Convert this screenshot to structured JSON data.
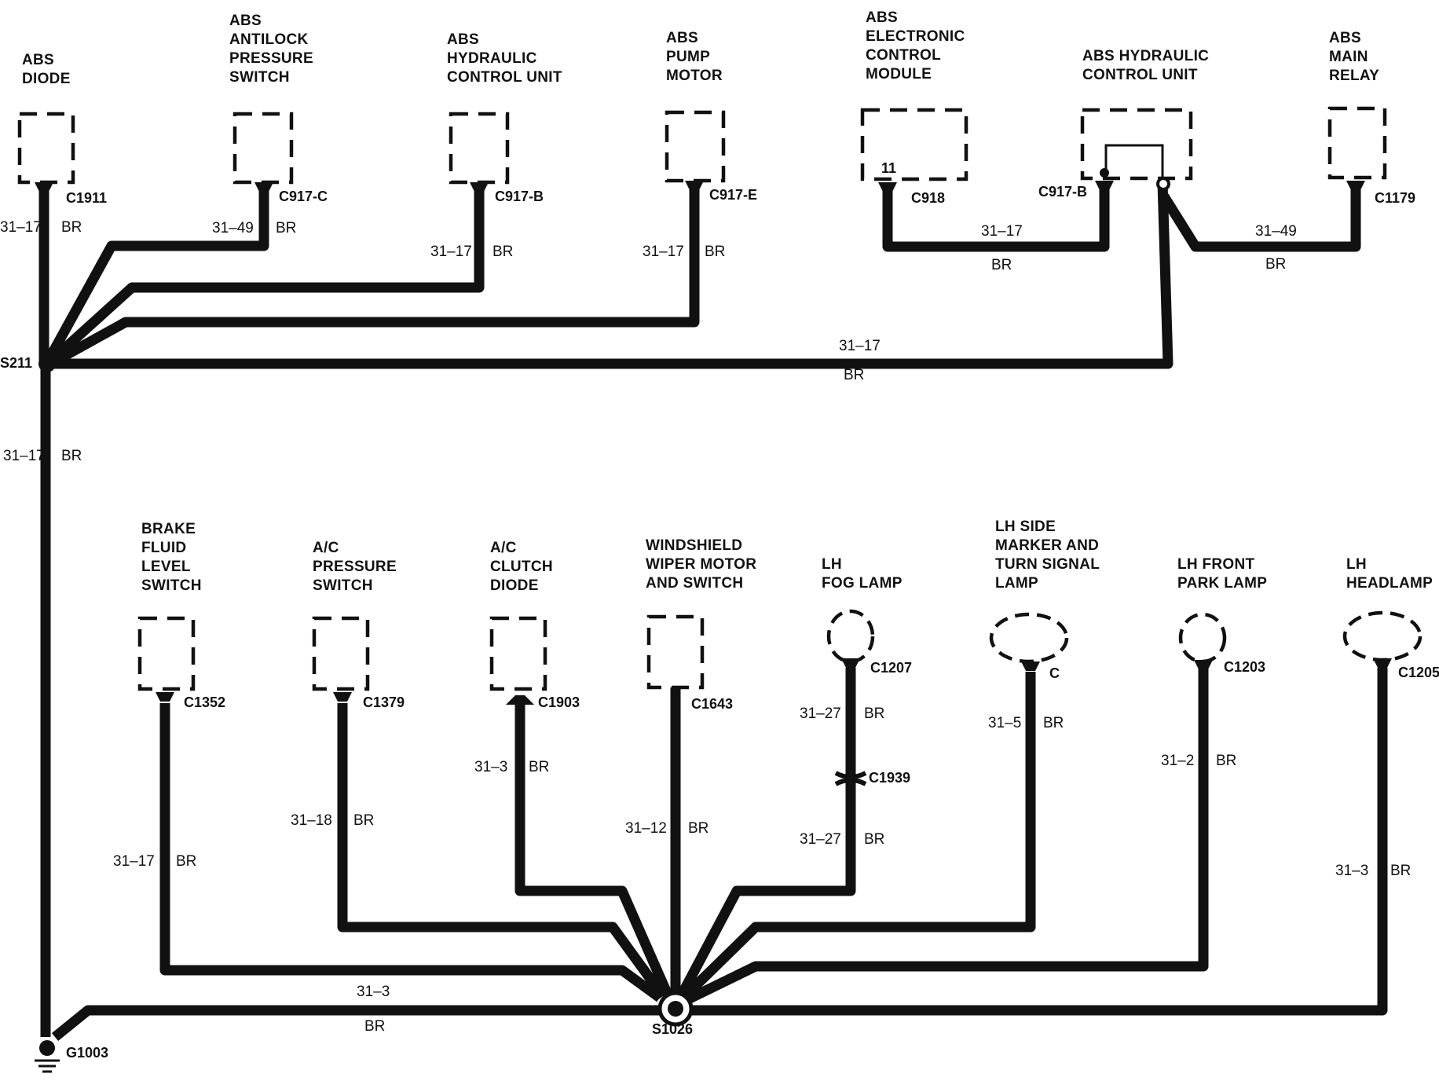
{
  "colors": {
    "wire": "#111111",
    "background": "#ffffff"
  },
  "top_components": [
    {
      "id": "abs-diode",
      "label": [
        "ABS",
        "DIODE"
      ],
      "connector": "C1911",
      "circuit": "31–17",
      "color": "BR"
    },
    {
      "id": "abs-antilock-pressure-switch",
      "label": [
        "ABS",
        "ANTILOCK",
        "PRESSURE",
        "SWITCH"
      ],
      "connector": "C917-C",
      "circuit": "31–49",
      "color": "BR"
    },
    {
      "id": "abs-hydraulic-control-unit-b",
      "label": [
        "ABS",
        "HYDRAULIC",
        "CONTROL UNIT"
      ],
      "connector": "C917-B",
      "circuit": "31–17",
      "color": "BR"
    },
    {
      "id": "abs-pump-motor",
      "label": [
        "ABS",
        "PUMP",
        "MOTOR"
      ],
      "connector": "C917-E",
      "circuit": "31–17",
      "color": "BR"
    },
    {
      "id": "abs-electronic-control-module",
      "label": [
        "ABS",
        "ELECTRONIC",
        "CONTROL",
        "MODULE"
      ],
      "connector": "C918",
      "pin": "11"
    },
    {
      "id": "abs-hydraulic-control-unit",
      "label": [
        "ABS HYDRAULIC",
        "CONTROL UNIT"
      ],
      "connector": "C917-B"
    },
    {
      "id": "abs-main-relay",
      "label": [
        "ABS",
        "MAIN",
        "RELAY"
      ],
      "connector": "C1179"
    }
  ],
  "ecm_to_hcu_wire": {
    "circuit": "31–17",
    "color": "BR"
  },
  "relay_wire": {
    "circuit": "31–49",
    "color": "BR"
  },
  "hcu_return_wire": {
    "circuit": "31–17",
    "color": "BR"
  },
  "splice_s211": {
    "name": "S211"
  },
  "s211_to_ground_wire": {
    "circuit": "31–17",
    "color": "BR"
  },
  "bottom_components": [
    {
      "id": "brake-fluid-level-switch",
      "label": [
        "BRAKE",
        "FLUID",
        "LEVEL",
        "SWITCH"
      ],
      "connector": "C1352",
      "circuit": "31–17",
      "color": "BR"
    },
    {
      "id": "ac-pressure-switch",
      "label": [
        "A/C",
        "PRESSURE",
        "SWITCH"
      ],
      "connector": "C1379",
      "circuit": "31–18",
      "color": "BR"
    },
    {
      "id": "ac-clutch-diode",
      "label": [
        "A/C",
        "CLUTCH",
        "DIODE"
      ],
      "connector": "C1903",
      "circuit": "31–3",
      "color": "BR"
    },
    {
      "id": "windshield-wiper-motor",
      "label": [
        "WINDSHIELD",
        "WIPER MOTOR",
        "AND SWITCH"
      ],
      "connector": "C1643",
      "circuit": "31–12",
      "color": "BR"
    },
    {
      "id": "lh-fog-lamp",
      "label": [
        "LH",
        "FOG LAMP"
      ],
      "connector": "C1207",
      "inline_connector": "C1939",
      "circuit": "31–27",
      "circuit2": "31–27",
      "color": "BR",
      "color2": "BR"
    },
    {
      "id": "lh-side-marker-turn-lamp",
      "label": [
        "LH SIDE",
        "MARKER AND",
        "TURN SIGNAL",
        "LAMP"
      ],
      "connector": "C",
      "circuit": "31–5",
      "color": "BR"
    },
    {
      "id": "lh-front-park-lamp",
      "label": [
        "LH FRONT",
        "PARK LAMP"
      ],
      "connector": "C1203",
      "circuit": "31–2",
      "color": "BR"
    },
    {
      "id": "lh-headlamp",
      "label": [
        "LH",
        "HEADLAMP"
      ],
      "connector": "C1205",
      "circuit": "31–3",
      "color": "BR"
    }
  ],
  "splice_s1026": {
    "name": "S1026"
  },
  "s1026_to_ground_wire": {
    "circuit": "31–3",
    "color": "BR"
  },
  "ground_g1003": {
    "name": "G1003"
  }
}
